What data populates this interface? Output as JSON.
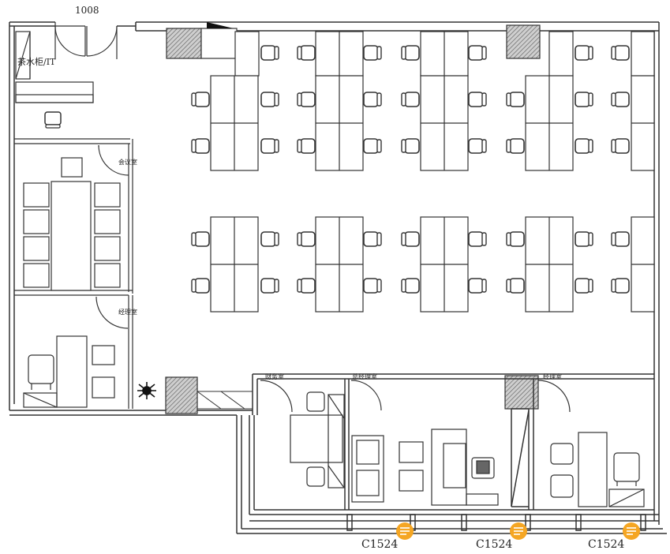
{
  "plan": {
    "room_number": "1008",
    "labels": {
      "it_cabinet": "茶水柜/IT",
      "meeting_room": "会议室",
      "manager_office_1": "经理室",
      "finance_office": "财务室",
      "manager_office_2": "总经理室",
      "manager_office_3": "经理室"
    },
    "markers": [
      {
        "label": "C1524"
      },
      {
        "label": "C1524"
      },
      {
        "label": "C1524"
      }
    ],
    "colors": {
      "line": "#333333",
      "marker": "#f5a623",
      "hatch": "#888888"
    }
  }
}
